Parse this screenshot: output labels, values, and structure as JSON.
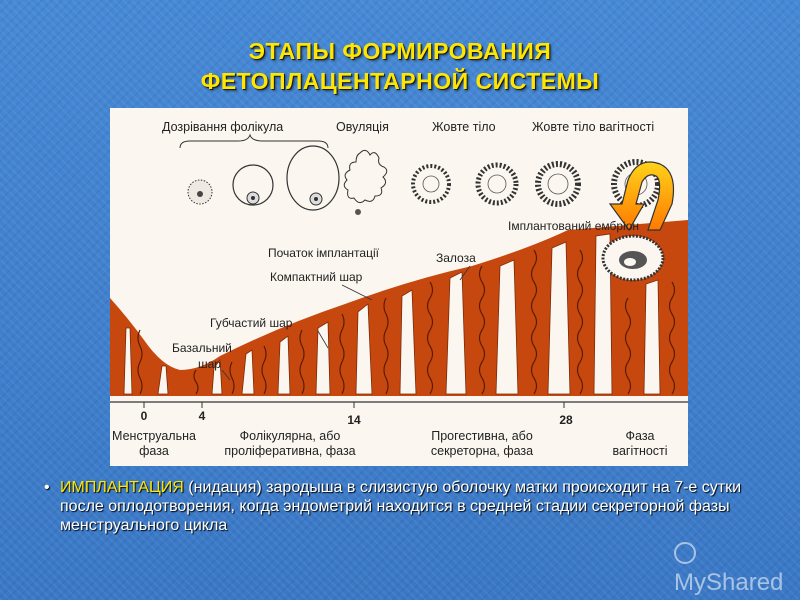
{
  "title": {
    "line1": "ЭТАПЫ ФОРМИРОВАНИЯ",
    "line2": "ФЕТОПЛАЦЕНТАРНОЙ СИСТЕМЫ"
  },
  "figure": {
    "ovary_labels": {
      "follicle_maturation": "Дозрівання фолікула",
      "ovulation": "Овуляція",
      "corpus_luteum": "Жовте тіло",
      "corpus_luteum_pregnancy": "Жовте тіло вагітності"
    },
    "layer_labels": {
      "implanted_embryo": "Імплантований ембріон",
      "implantation_start": "Початок імплантації",
      "compact_layer": "Компактний шар",
      "gland": "Залоза",
      "spongy_layer": "Губчастий шар",
      "basal_layer_1": "Базальний",
      "basal_layer_2": "шар"
    },
    "day_ticks": [
      "0",
      "4",
      "14",
      "28"
    ],
    "phase_labels": {
      "menstrual_1": "Менструальна",
      "menstrual_2": "фаза",
      "follicular_1": "Фолікулярна, або",
      "follicular_2": "проліферативна, фаза",
      "progestive_1": "Прогестивна, або",
      "progestive_2": "секреторна, фаза",
      "pregnancy_1": "Фаза",
      "pregnancy_2": "вагітності"
    },
    "colors": {
      "endometrium": "#c7480f",
      "arrow_top": "#ffd21a",
      "arrow_bottom": "#ff7a00"
    }
  },
  "caption": {
    "bullet": "•",
    "highlight": "ИМПЛАНТАЦИЯ",
    "text": " (нидация) зародыша в слизистую оболочку матки происходит на 7-е сутки после оплодотворения, когда эндометрий находится в средней стадии секреторной фазы менструального цикла"
  },
  "watermark": "MyShared"
}
